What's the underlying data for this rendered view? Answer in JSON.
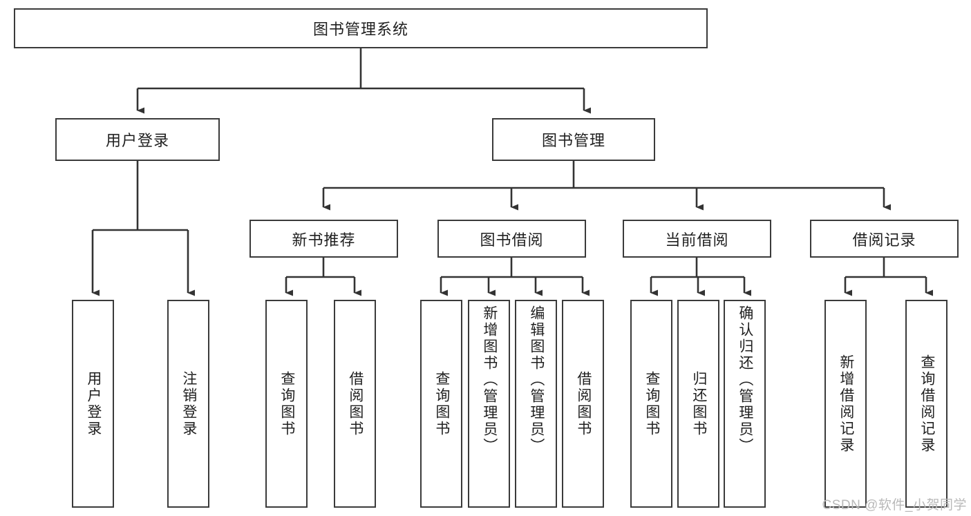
{
  "diagram": {
    "title": "图书管理系统",
    "watermark": "CSDN @软件_小贺同学",
    "style": {
      "box_border_color": "#3a3a3a",
      "box_fill_color": "#ffffff",
      "connector_color": "#333333",
      "text_color": "#1f1f1f",
      "background_color": "#ffffff",
      "watermark_color": "#b9b9b9"
    },
    "root": {
      "label": "图书管理系统"
    },
    "level2": [
      {
        "id": "user-login",
        "label": "用户登录"
      },
      {
        "id": "book-management",
        "label": "图书管理"
      }
    ],
    "level3": [
      {
        "id": "new-book-recommend",
        "label": "新书推荐",
        "parent": "book-management"
      },
      {
        "id": "book-borrow",
        "label": "图书借阅",
        "parent": "book-management"
      },
      {
        "id": "current-borrow",
        "label": "当前借阅",
        "parent": "book-management"
      },
      {
        "id": "borrow-record",
        "label": "借阅记录",
        "parent": "book-management"
      }
    ],
    "leaves": {
      "user-login": [
        {
          "id": "leaf-user-login",
          "label": "用户登录"
        },
        {
          "id": "leaf-user-logout",
          "label": "注销登录"
        }
      ],
      "new-book-recommend": [
        {
          "id": "leaf-query-book-1",
          "label": "查询图书"
        },
        {
          "id": "leaf-borrow-book-1",
          "label": "借阅图书"
        }
      ],
      "book-borrow": [
        {
          "id": "leaf-query-book-2",
          "label": "查询图书"
        },
        {
          "id": "leaf-add-book",
          "label": "新增图书（管理员）"
        },
        {
          "id": "leaf-edit-book",
          "label": "编辑图书（管理员）"
        },
        {
          "id": "leaf-borrow-book-2",
          "label": "借阅图书"
        }
      ],
      "current-borrow": [
        {
          "id": "leaf-query-book-3",
          "label": "查询图书"
        },
        {
          "id": "leaf-return-book",
          "label": "归还图书"
        },
        {
          "id": "leaf-confirm-return",
          "label": "确认归还（管理员）"
        }
      ],
      "borrow-record": [
        {
          "id": "leaf-add-record",
          "label": "新增借阅记录"
        },
        {
          "id": "leaf-query-record",
          "label": "查询借阅记录"
        }
      ]
    }
  }
}
